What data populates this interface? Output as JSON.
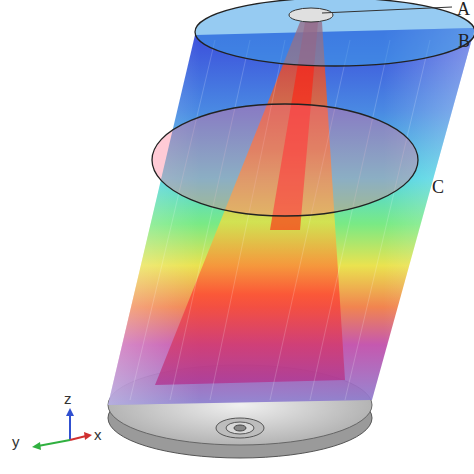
{
  "diagram": {
    "labels": [
      "A",
      "B",
      "C",
      "z",
      "y",
      "x"
    ]
  }
}
